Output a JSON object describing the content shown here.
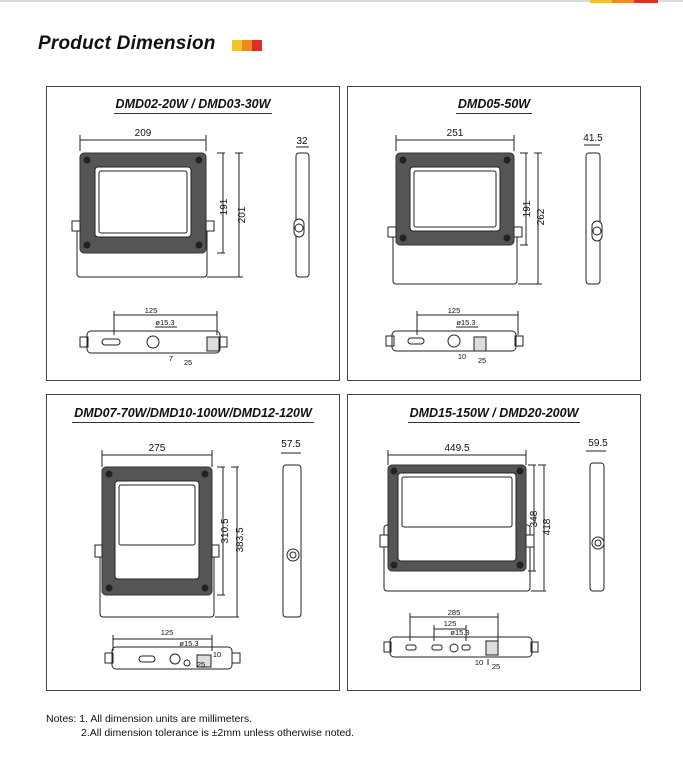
{
  "header": {
    "title": "Product Dimension",
    "accent_colors": [
      "#f2c12e",
      "#ee8a22",
      "#d9302a"
    ]
  },
  "panels": [
    {
      "title": "DMD02-20W / DMD03-30W",
      "front": {
        "width": "209",
        "inner_height": "191",
        "outer_height": "201"
      },
      "side": {
        "depth": "32"
      },
      "bottom": {
        "slot_span": "125",
        "hole": "ø15.3",
        "offset": "7",
        "bracket": "25"
      }
    },
    {
      "title": "DMD05-50W",
      "front": {
        "width": "251",
        "inner_height": "191",
        "outer_height": "262"
      },
      "side": {
        "depth": "41.5"
      },
      "bottom": {
        "slot_span": "125",
        "hole": "ø15.3",
        "offset": "10",
        "bracket": "25"
      }
    },
    {
      "title": "DMD07-70W/DMD10-100W/DMD12-120W",
      "front": {
        "width": "275",
        "inner_height": "310.5",
        "outer_height": "383.5"
      },
      "side": {
        "depth": "57.5"
      },
      "bottom": {
        "slot_span": "125",
        "hole": "ø15.3",
        "offset": "10",
        "bracket": "25"
      }
    },
    {
      "title": "DMD15-150W / DMD20-200W",
      "front": {
        "width": "449.5",
        "inner_height": "348",
        "outer_height": "418"
      },
      "side": {
        "depth": "59.5"
      },
      "bottom": {
        "wide_span": "285",
        "slot_span": "125",
        "hole": "ø15.3",
        "offset": "10",
        "bracket": "25"
      }
    }
  ],
  "notes": {
    "line1": "Notes: 1. All dimension units are millimeters.",
    "line2": "2.All dimension tolerance is ±2mm unless otherwise noted."
  }
}
